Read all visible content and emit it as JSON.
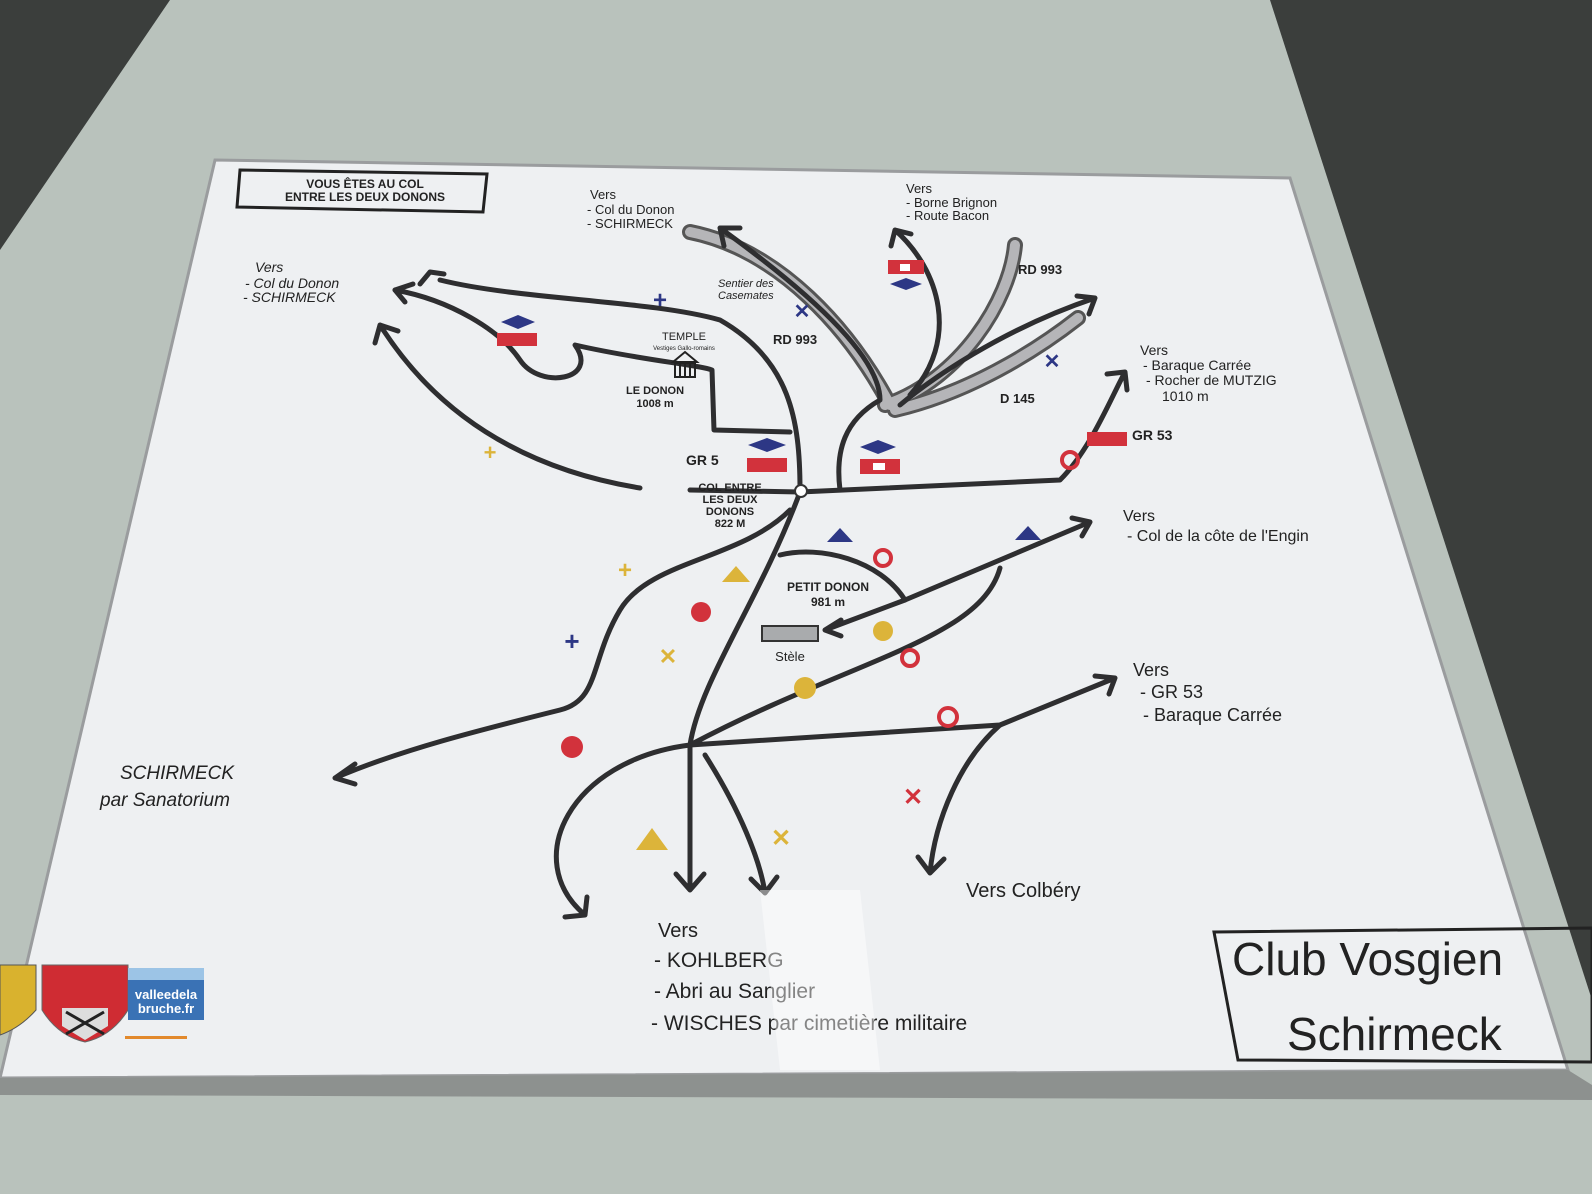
{
  "sign": {
    "header": [
      "VOUS ÊTES AU COL",
      "ENTRE LES DEUX DONONS"
    ],
    "colors": {
      "blue": "#2d3785",
      "red": "#d2323c",
      "yellow": "#dcb43a",
      "road": "#b5b5b8"
    },
    "labels": {
      "nw_vers": "Vers",
      "nw_1": "- Col du Donon",
      "nw_2": "- SCHIRMECK",
      "n_vers": "Vers",
      "n_1": "- Col du Donon",
      "n_2": "- SCHIRMECK",
      "ne_vers": "Vers",
      "ne_1": "- Borne Brignon",
      "ne_2": "-  Route Bacon",
      "sentier": [
        "Sentier des",
        "Casemates"
      ],
      "rd993_a": "RD 993",
      "rd993_b": "RD 993",
      "d145": "D 145",
      "temple": "TEMPLE",
      "temple_sub": "Vestiges Gallo-romains",
      "donon": [
        "LE DONON",
        "1008 m"
      ],
      "gr5": "GR 5",
      "gr53": "GR 53",
      "col": [
        "COL ENTRE",
        "LES DEUX",
        "DONONS",
        "822 M"
      ],
      "e_vers": "Vers",
      "e_1": "- Baraque Carrée",
      "e_2": "- Rocher de MUTZIG",
      "e_3": "1010 m",
      "engin_vers": "Vers",
      "engin_1": "- Col de la côte de l'Engin",
      "petit_donon": [
        "PETIT DONON",
        "981 m"
      ],
      "stele": "Stèle",
      "se_vers": "Vers",
      "se_1": "- GR 53",
      "se_2": "- Baraque Carrée",
      "schirmeck": [
        "SCHIRMECK",
        "par Sanatorium"
      ],
      "colbery": "Vers Colbéry",
      "s_vers": "Vers",
      "s_1": "- KOHLBERG",
      "s_2": "- Abri au Sanglier",
      "s_3": "- WISCHES par cimetière militaire"
    },
    "club": [
      "Club Vosgien",
      "Schirmeck"
    ],
    "logos": [
      "coat-of-arms-yellow",
      "coat-of-arms-red",
      "valleedelabruche.fr"
    ]
  }
}
